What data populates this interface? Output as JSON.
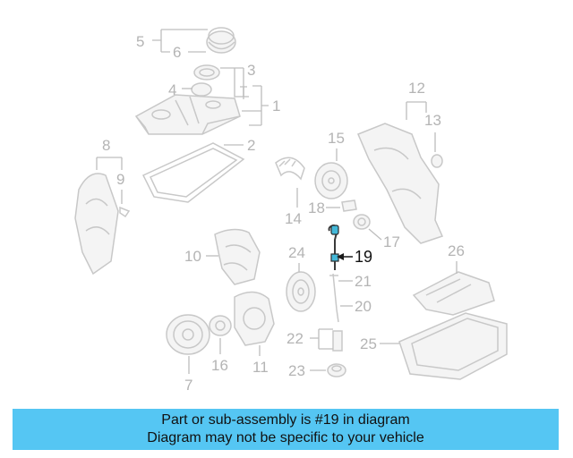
{
  "diagram": {
    "callouts": {
      "c1": "1",
      "c2": "2",
      "c3": "3",
      "c4": "4",
      "c5": "5",
      "c6": "6",
      "c7": "7",
      "c8": "8",
      "c9": "9",
      "c10": "10",
      "c11": "11",
      "c12": "12",
      "c13": "13",
      "c14": "14",
      "c15": "15",
      "c16": "16",
      "c17": "17",
      "c18": "18",
      "c19": "19",
      "c20": "20",
      "c21": "21",
      "c22": "22",
      "c23": "23",
      "c24": "24",
      "c25": "25",
      "c26": "26"
    },
    "highlighted_part": "19",
    "colors": {
      "line_art": "#c8c8c8",
      "highlight": "#3a3a3a",
      "accent": "#43b8d8",
      "banner": "#55c6f3"
    }
  },
  "banner": {
    "line1": "Part or sub-assembly is #19 in diagram",
    "line2": "Diagram may not be specific to your vehicle"
  }
}
